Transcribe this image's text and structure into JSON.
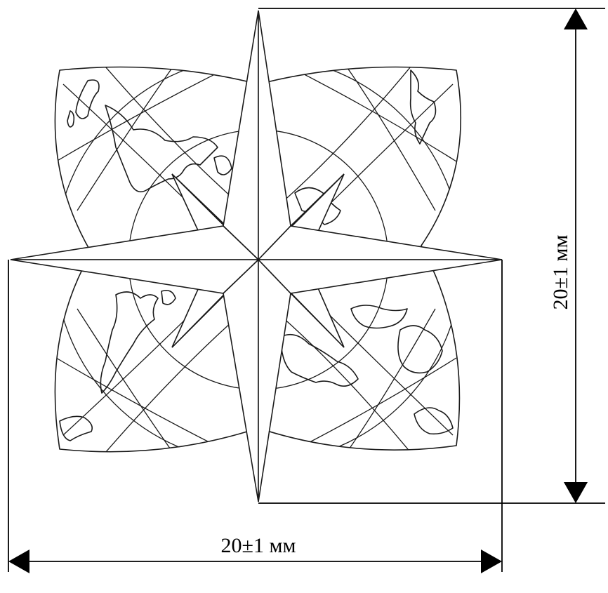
{
  "drawing": {
    "emblem": "compass-rose-over-globe",
    "width_dimension_label": "20±1 мм",
    "height_dimension_label": "20±1 мм",
    "line_color": "#1a1a1a",
    "background_color": "#ffffff"
  }
}
